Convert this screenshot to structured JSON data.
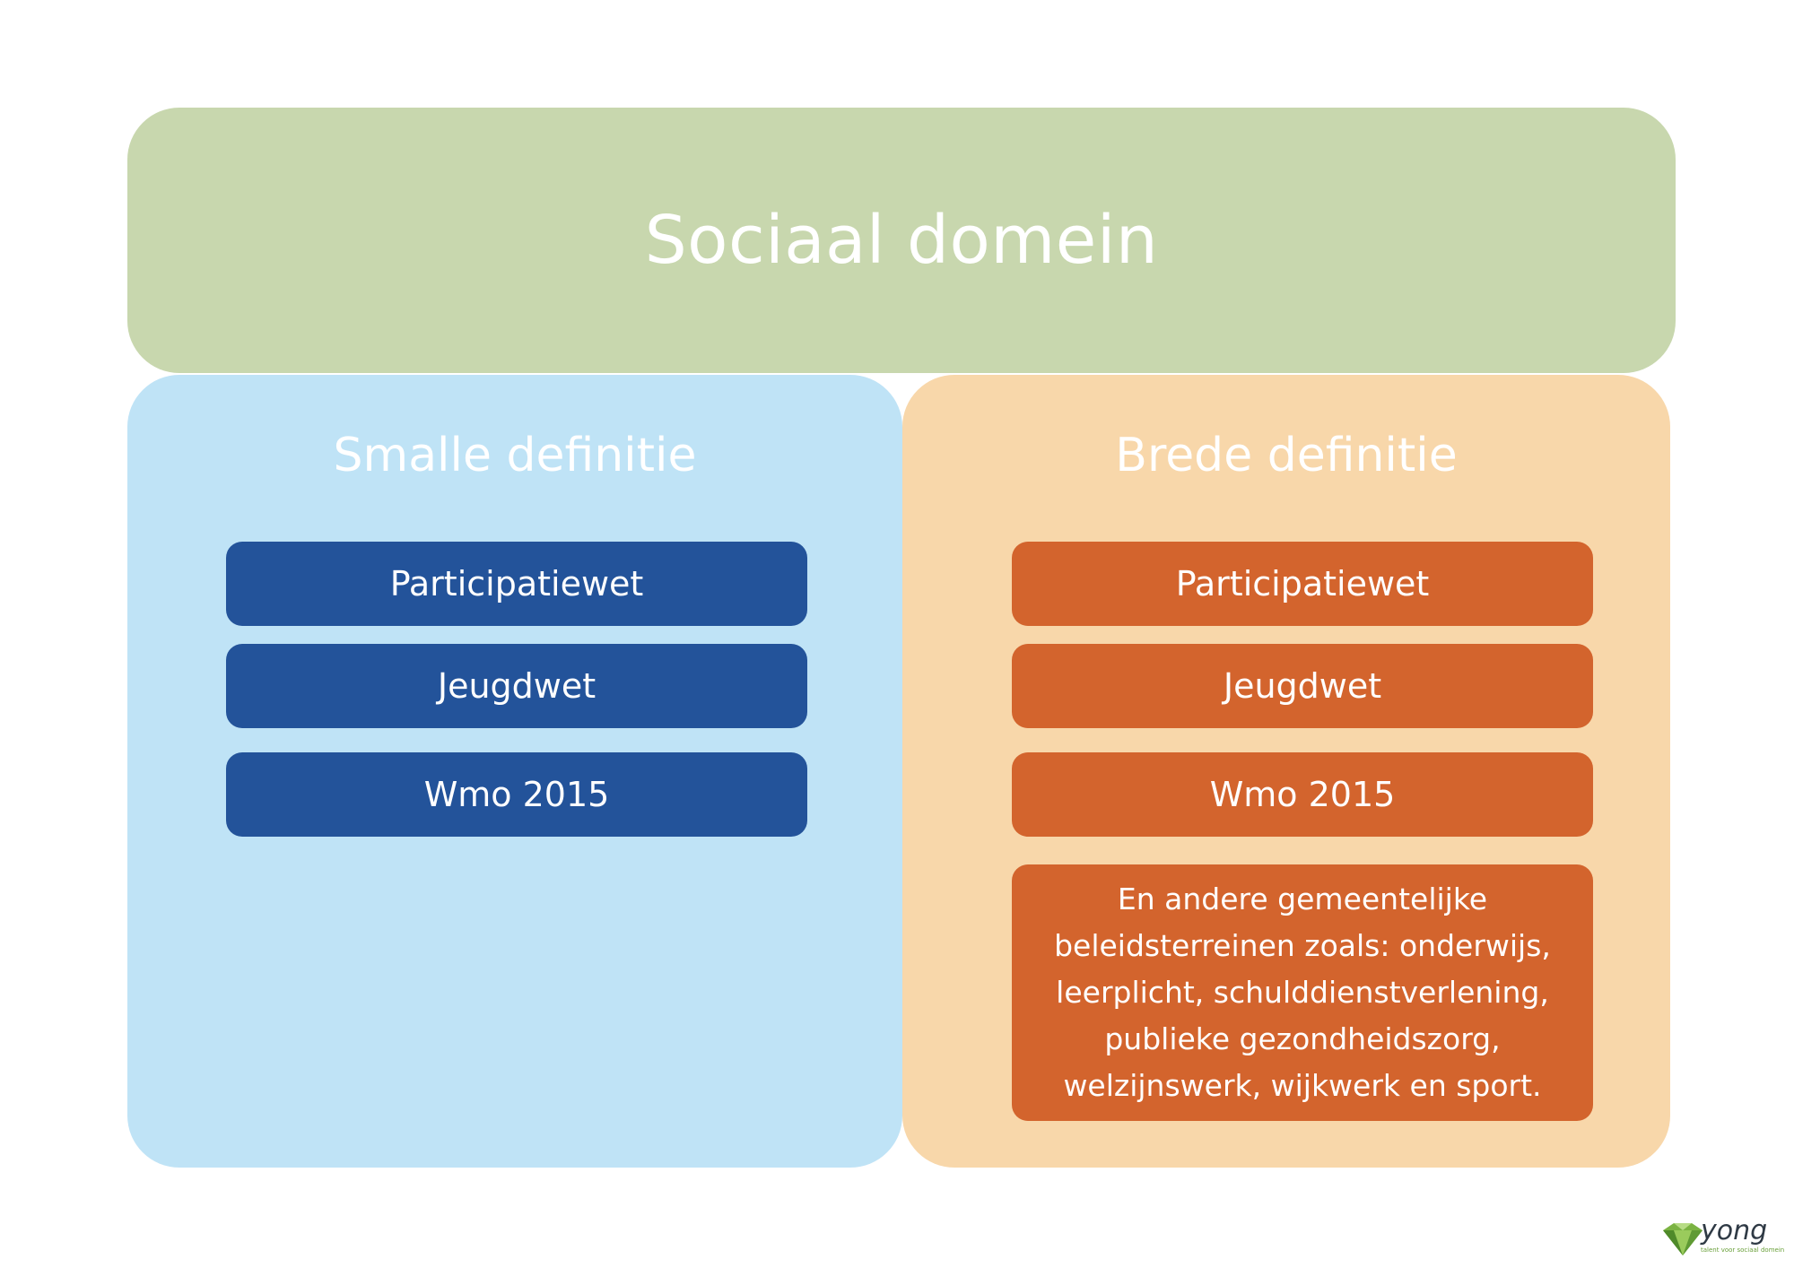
{
  "title": "Sociaal domein",
  "narrow": {
    "title": "Smalle definitie",
    "items": [
      "Participatiewet",
      "Jeugdwet",
      "Wmo 2015"
    ]
  },
  "broad": {
    "title": "Brede definitie",
    "items": [
      "Participatiewet",
      "Jeugdwet",
      "Wmo 2015"
    ],
    "extra_lines": [
      "En andere gemeentelijke",
      "beleidsterreinen zoals: onderwijs,",
      "leerplicht, schulddienstverlening,",
      "publieke gezondheidszorg,",
      "welzijnswerk, wijkwerk en sport."
    ]
  },
  "logo": {
    "word": "yong",
    "tagline": "talent voor sociaal domein",
    "icon": "diamond-logo-icon"
  },
  "colors": {
    "header": "#c8d7ae",
    "narrow_panel": "#bfe3f6",
    "broad_panel": "#f8d7aa",
    "narrow_box": "#23539a",
    "broad_box": "#d3642d"
  }
}
